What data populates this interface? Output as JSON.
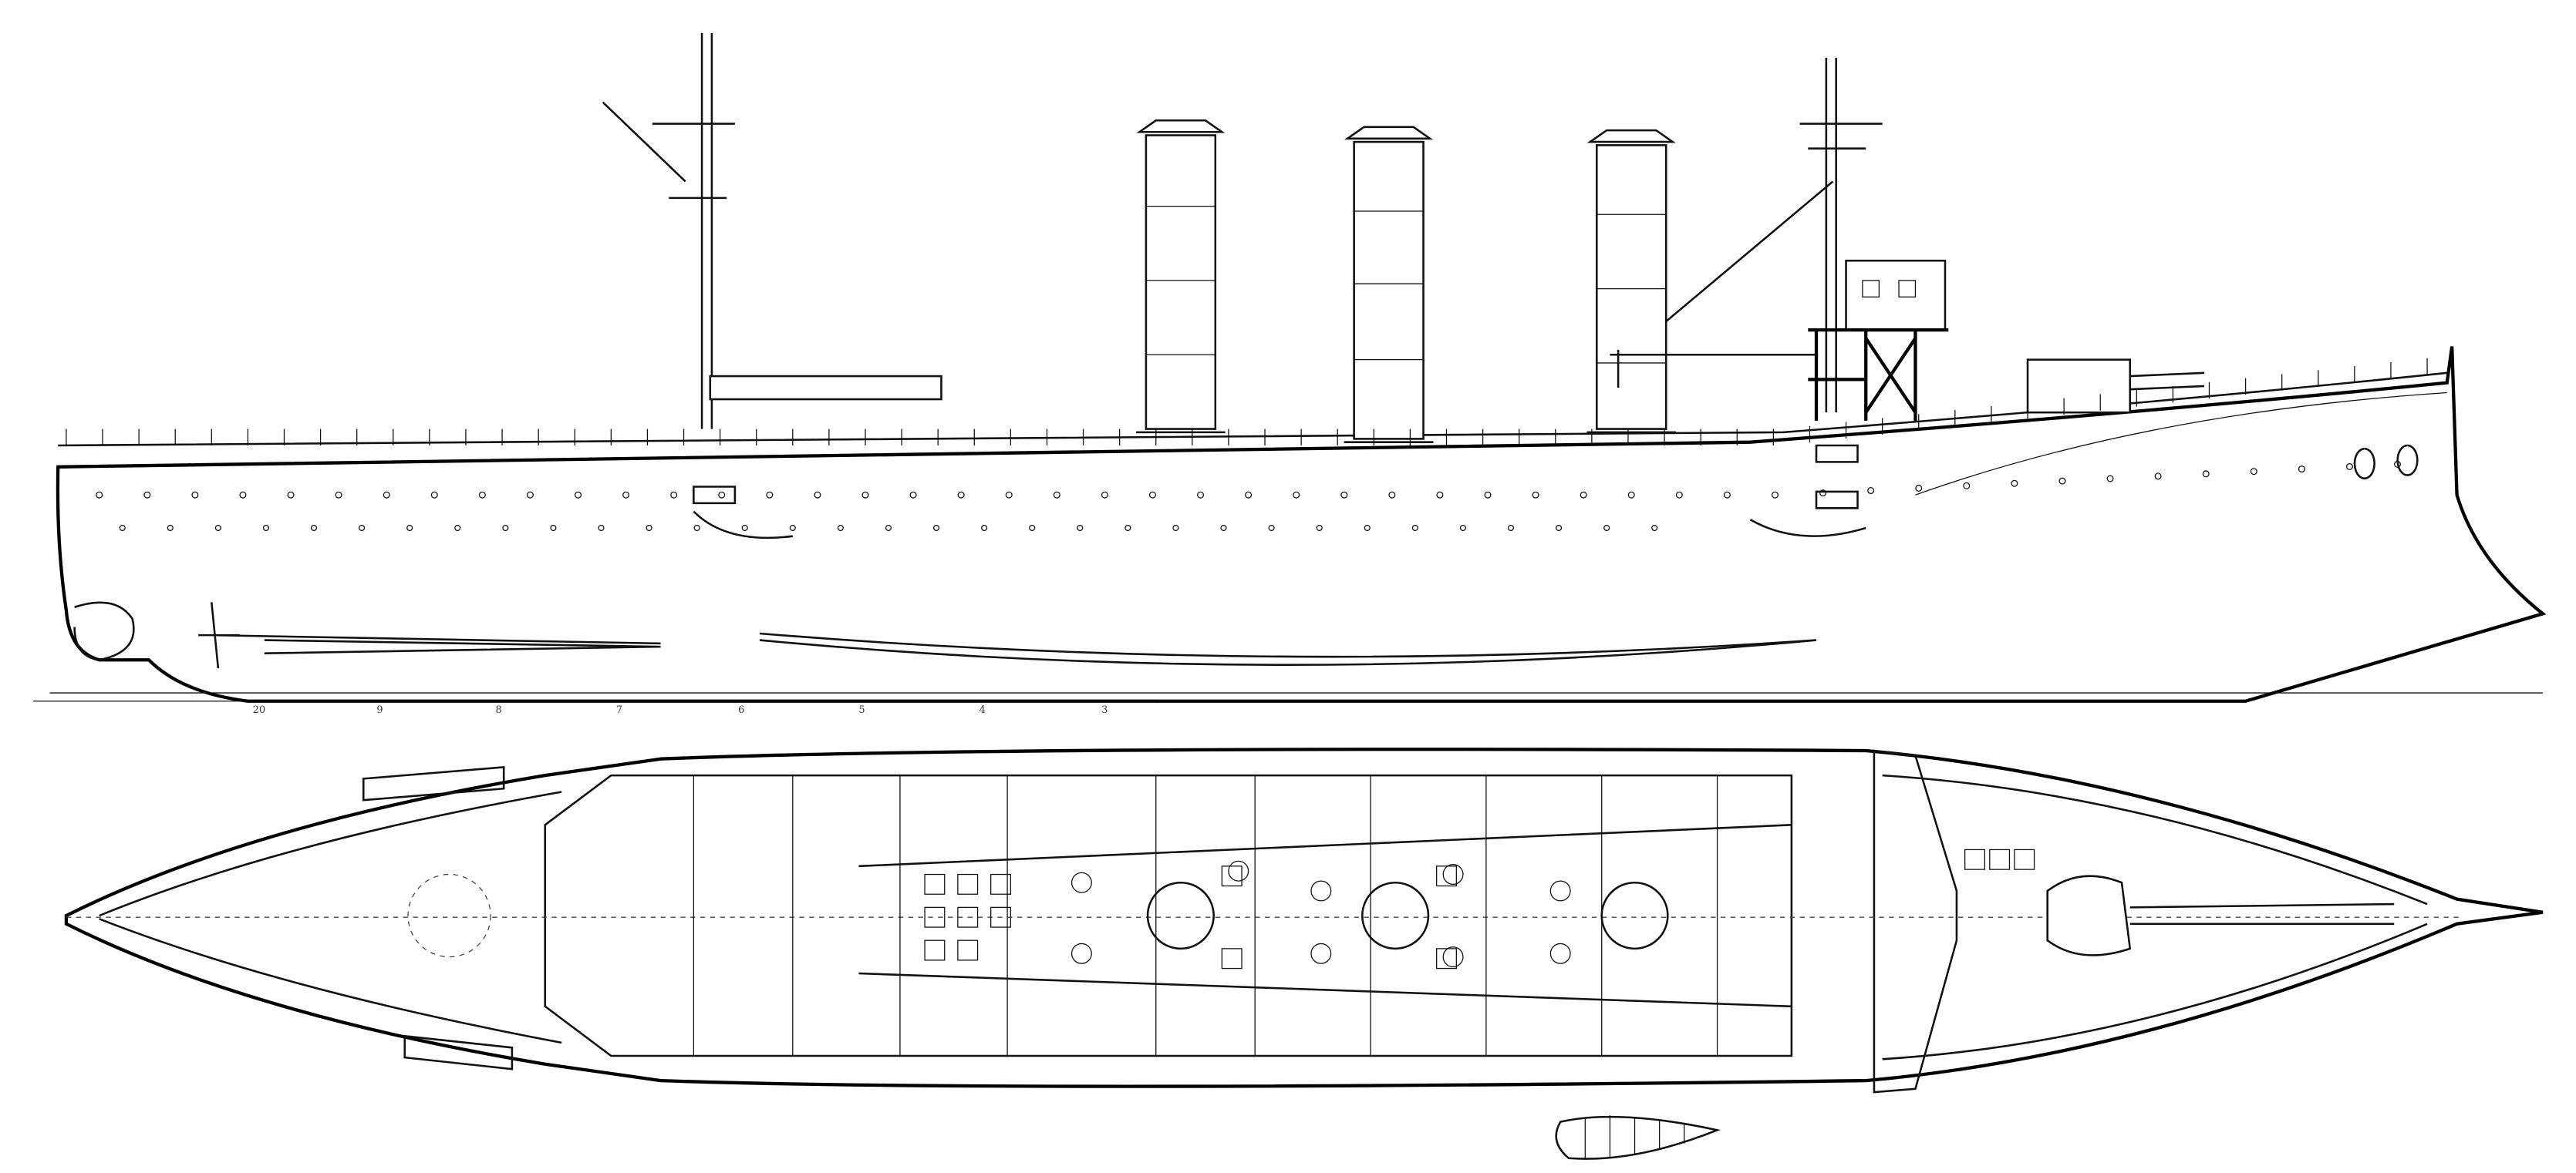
{
  "drawing": {
    "subject": "warship",
    "views": [
      "profile",
      "plan"
    ],
    "scale_labels": [
      "20",
      "9",
      "8",
      "7",
      "6",
      "5",
      "4",
      "3"
    ],
    "line_color": "#111111",
    "background": "#ffffff"
  }
}
